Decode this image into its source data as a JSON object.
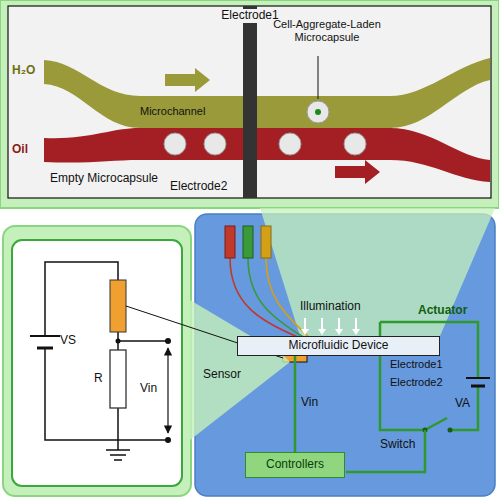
{
  "diagram": {
    "nodes": [
      {
        "text": [
          "Microfluidic Device"
        ]
      },
      {
        "text": [
          "Controllers"
        ]
      }
    ],
    "edges": [
      {
        "from": 0,
        "to": 1,
        "arrow": "none",
        "label": "Vin"
      }
    ],
    "labels": [
      "Electrode1",
      "H₂O",
      "Microchannel",
      "Cell-Aggregate-Laden Microcapsule",
      "Oil",
      "Empty Microcapsule",
      "Electrode2",
      "VS",
      "R",
      "Vin",
      "Illumination",
      "Sensor",
      "Actuator",
      "Electrode1",
      "Electrode2",
      "VA",
      "Switch"
    ]
  }
}
